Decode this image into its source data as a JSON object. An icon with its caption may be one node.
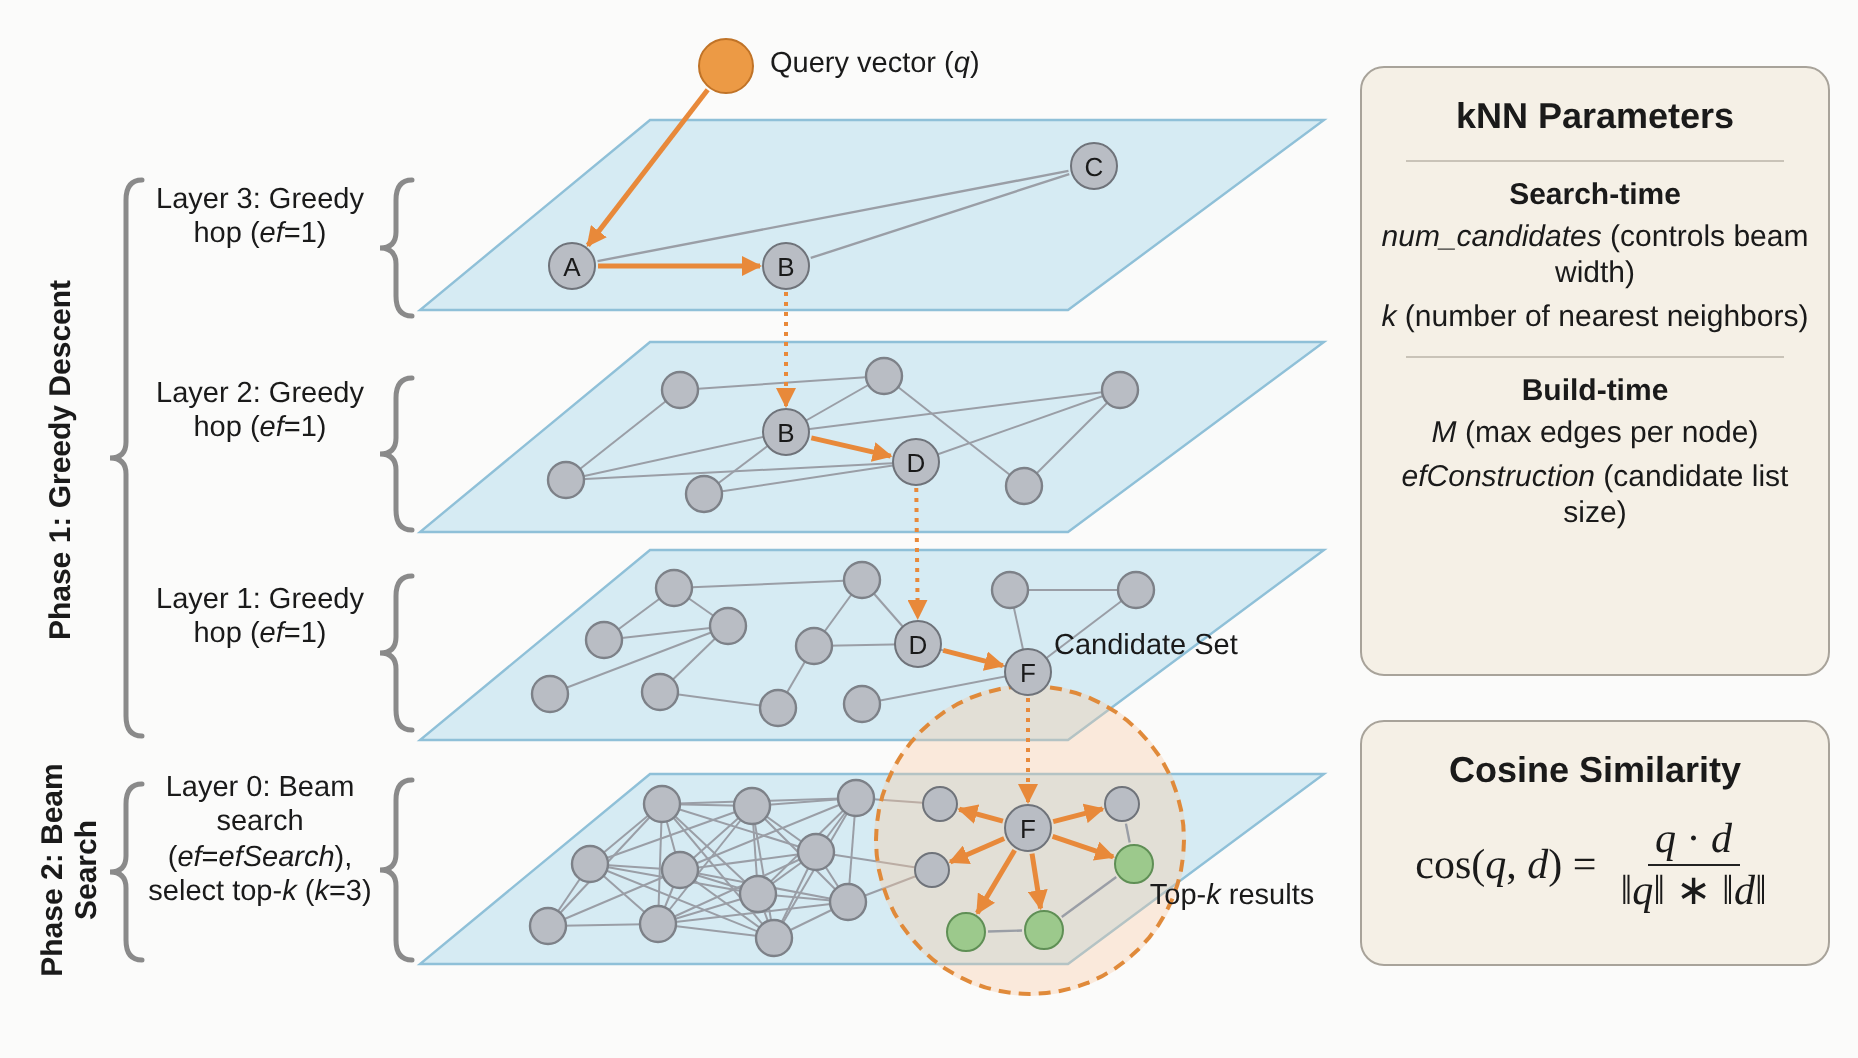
{
  "diagram": {
    "nodes": [
      {
        "text": [],
        "shape": "circle",
        "beside": [
          "Query vector (*q*)"
        ]
      },
      {
        "text": [
          "A"
        ]
      },
      {
        "text": [
          "B"
        ]
      },
      {
        "text": [
          "C"
        ]
      },
      {
        "text": [
          "B"
        ]
      },
      {
        "text": [
          "D"
        ]
      },
      {
        "text": [
          "D"
        ]
      },
      {
        "text": [
          "F"
        ]
      },
      {
        "text": [
          "F"
        ],
        "in": 15
      },
      {
        "text": [],
        "shape": "circle",
        "in": 15
      },
      {
        "text": [],
        "shape": "circle",
        "in": 15
      },
      {
        "text": [],
        "shape": "circle",
        "in": 15
      },
      {
        "text": [],
        "shape": "circle",
        "in": 15
      },
      {
        "text": [],
        "shape": "circle",
        "in": 15
      },
      {
        "text": [],
        "shape": "circle",
        "in": 15
      },
      {
        "text": [
          "Candidate Set"
        ],
        "beside": [
          "Top-*k* results"
        ]
      },
      {
        "text": [
          "kNN Parameters",
          "Search-time",
          "*num_candidates* (controls beam width)",
          "*k* (number of nearest neighbors)",
          "Build-time",
          "*M* (max edges per node)",
          "*efConstruction* (candidate list size)"
        ]
      },
      {
        "text": [
          "Cosine Similarity",
          "cos(*q*, *d*) =",
          "*q* · *d*",
          "‖*q*‖ ∗ ‖*d*‖"
        ]
      }
    ],
    "edges": [
      {
        "from": 0,
        "to": 1,
        "arrow": "to"
      },
      {
        "from": 1,
        "to": 2,
        "arrow": "to"
      },
      {
        "from": 1,
        "to": 3,
        "arrow": "none",
        "color": "#9a9ea6"
      },
      {
        "from": 2,
        "to": 3,
        "arrow": "none",
        "color": "#9a9ea6"
      },
      {
        "from": 2,
        "to": 4,
        "arrow": "to",
        "style": "dashed"
      },
      {
        "from": 4,
        "to": 5,
        "arrow": "to"
      },
      {
        "from": 5,
        "to": 6,
        "arrow": "to",
        "style": "dashed"
      },
      {
        "from": 6,
        "to": 7,
        "arrow": "to"
      },
      {
        "from": 7,
        "to": 8,
        "arrow": "to",
        "style": "dashed"
      },
      {
        "from": 8,
        "to": 9,
        "arrow": "to"
      },
      {
        "from": 8,
        "to": 10,
        "arrow": "to"
      },
      {
        "from": 8,
        "to": 11,
        "arrow": "to"
      },
      {
        "from": 8,
        "to": 12,
        "arrow": "to"
      },
      {
        "from": 8,
        "to": 13,
        "arrow": "to"
      },
      {
        "from": 8,
        "to": 14,
        "arrow": "to"
      },
      {
        "from": 11,
        "to": 12,
        "arrow": "none",
        "color": "#9a9ea6"
      },
      {
        "from": 12,
        "to": 14,
        "arrow": "none",
        "color": "#9a9ea6"
      },
      {
        "from": 13,
        "to": 14,
        "arrow": "none",
        "color": "#9a9ea6"
      }
    ],
    "labels": [
      "Phase 1: Greedy Descent",
      "Layer 3: Greedy hop (*ef*=1)",
      "Layer 2: Greedy hop (*ef*=1)",
      "Layer 1: Greedy hop (*ef*=1)",
      "Phase 2: Beam Search",
      "Layer 0: Beam search (*ef*=*efSearch*), select top-*k* (*k*=3)"
    ]
  }
}
